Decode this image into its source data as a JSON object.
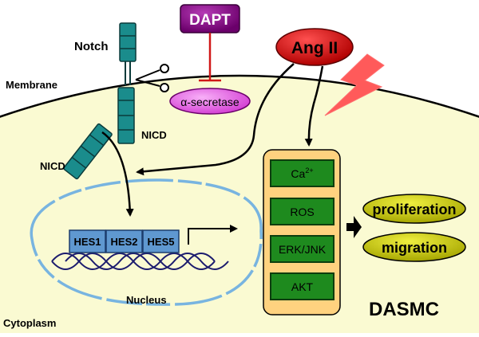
{
  "labels": {
    "notch": "Notch",
    "membrane": "Membrane",
    "nicd_top": "NICD",
    "nicd_left": "NICD",
    "nucleus": "Nucleus",
    "cytoplasm": "Cytoplasm",
    "dasmc": "DASMC"
  },
  "inhibitor": {
    "label": "DAPT",
    "color": "#800080"
  },
  "enzyme": {
    "label": "α-secretase",
    "color": "#e25ae2"
  },
  "stimulus": {
    "label": "Ang II",
    "color": "#e00000"
  },
  "genes": [
    "HES1",
    "HES2",
    "HES5"
  ],
  "pathway_box": {
    "color": "#ffd27f",
    "items": [
      {
        "base": "Ca",
        "sup": "2+"
      },
      {
        "base": "ROS",
        "sup": ""
      },
      {
        "base": "ERK/JNK",
        "sup": ""
      },
      {
        "base": "AKT",
        "sup": ""
      }
    ]
  },
  "outcomes": [
    "proliferation",
    "migration"
  ],
  "colors": {
    "cell": "#fafad2",
    "receptor": "#1a8c8c",
    "gene_box": "#5f98d0",
    "pathway_item": "#1e8a1e",
    "outcome": "#c8c800",
    "lightning": "#ff5a5a"
  }
}
